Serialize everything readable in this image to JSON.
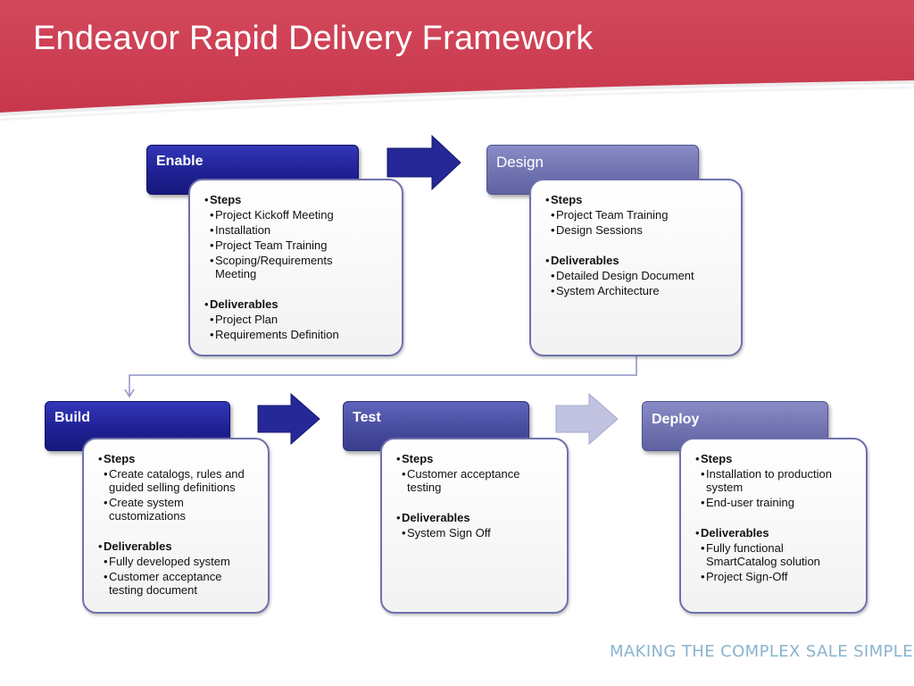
{
  "slide": {
    "title": "Endeavor Rapid Delivery Framework",
    "tagline": "MAKING THE COMPLEX SALE SIMPLE"
  },
  "colors": {
    "header_red": "#cd3b50",
    "phase_dark": "#1f2194",
    "phase_medium": "#484c9f",
    "phase_light": "#7173b1",
    "box_border": "#6f71ad",
    "tagline": "#89b4cf"
  },
  "bullet": "•",
  "phases": {
    "enable": {
      "label": "Enable",
      "steps_label": "Steps",
      "steps": [
        "Project Kickoff Meeting",
        "Installation",
        "Project Team Training",
        "Scoping/Requirements Meeting"
      ],
      "deliverables_label": "Deliverables",
      "deliverables": [
        "Project Plan",
        "Requirements Definition"
      ]
    },
    "design": {
      "label": "Design",
      "steps_label": "Steps",
      "steps": [
        "Project Team Training",
        "Design Sessions"
      ],
      "deliverables_label": "Deliverables",
      "deliverables": [
        "Detailed Design Document",
        "System Architecture"
      ]
    },
    "build": {
      "label": "Build",
      "steps_label": "Steps",
      "steps": [
        "Create catalogs, rules and guided selling definitions",
        "Create system customizations"
      ],
      "deliverables_label": "Deliverables",
      "deliverables": [
        "Fully developed system",
        "Customer acceptance testing document"
      ]
    },
    "test": {
      "label": "Test",
      "steps_label": "Steps",
      "steps": [
        "Customer acceptance testing"
      ],
      "deliverables_label": "Deliverables",
      "deliverables": [
        "System Sign Off"
      ]
    },
    "deploy": {
      "label": "Deploy",
      "steps_label": "Steps",
      "steps": [
        "Installation to production system",
        "End-user training"
      ],
      "deliverables_label": "Deliverables",
      "deliverables": [
        "Fully functional SmartCatalog solution",
        "Project Sign-Off"
      ]
    }
  }
}
